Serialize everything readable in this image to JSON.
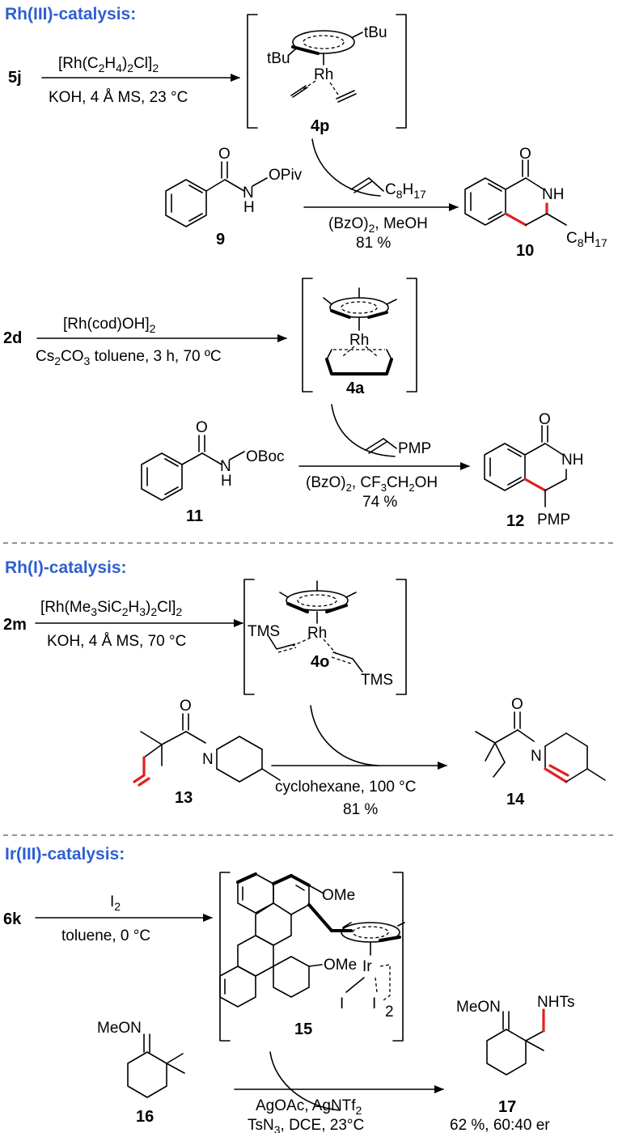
{
  "sections": {
    "rh3": "Rh(III)-catalysis:",
    "rh1": "Rh(I)-catalysis:",
    "ir3": "Ir(III)-catalysis:"
  },
  "row1": {
    "start": "5j",
    "reagent": "[Rh(C2H4)2Cl]2",
    "conditions": "KOH, 4 Å MS, 23 °C",
    "complex": "4p",
    "tBu": "tBu",
    "metal": "Rh"
  },
  "row2": {
    "substrate": "9",
    "leaving": "OPiv",
    "alkene": "C8H17",
    "conditions": "(BzO)2, MeOH",
    "yield": "81 %",
    "product": "10",
    "sub": "C8H17"
  },
  "row3": {
    "start": "2d",
    "reagent": "[Rh(cod)OH]2",
    "conditions": "Cs2CO3 toluene, 3 h, 70 ºC",
    "complex": "4a",
    "metal": "Rh"
  },
  "row4": {
    "substrate": "11",
    "leaving": "OBoc",
    "alkene": "PMP",
    "conditions": "(BzO)2, CF3CH2OH",
    "yield": "74 %",
    "product": "12",
    "sub": "PMP"
  },
  "row5": {
    "start": "2m",
    "reagent": "[Rh(Me3SiC2H3)2Cl]2",
    "conditions": "KOH, 4 Å MS, 70 °C",
    "complex": "4o",
    "tms": "TMS",
    "metal": "Rh"
  },
  "row6": {
    "substrate": "13",
    "conditions": "cyclohexane, 100 °C",
    "yield": "81 %",
    "product": "14"
  },
  "row7": {
    "start": "6k",
    "reagent": "I2",
    "conditions": "toluene, 0 °C",
    "complex": "15",
    "ome": "OMe",
    "metal": "Ir",
    "iodide": "I"
  },
  "row8": {
    "substrate": "16",
    "meon": "MeON",
    "conditions1": "AgOAc, AgNTf2",
    "conditions2": "TsN3, DCE, 23°C",
    "product": "17",
    "nhts": "NHTs",
    "result": "62 %, 60:40 er"
  },
  "atoms": {
    "O": "O",
    "N": "N",
    "H": "H",
    "NH": "NH"
  }
}
